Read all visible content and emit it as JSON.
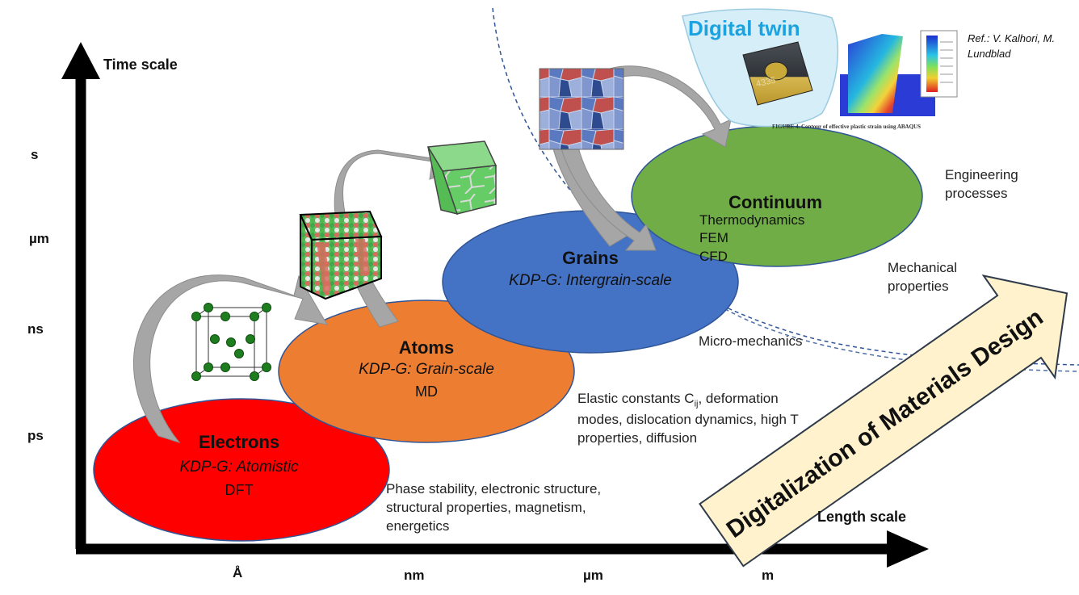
{
  "axes": {
    "y_label": "Time scale",
    "x_label": "Length scale",
    "y_ticks": [
      "s",
      "µm",
      "ns",
      "ps"
    ],
    "x_ticks": [
      "Å",
      "nm",
      "µm",
      "m"
    ]
  },
  "ellipses": {
    "electrons": {
      "title": "Electrons",
      "sub": "KDP-G: Atomistic",
      "method": "DFT",
      "color": "#ff0000"
    },
    "atoms": {
      "title": "Atoms",
      "sub": "KDP-G: Grain-scale",
      "method": "MD",
      "color": "#ed7d31"
    },
    "grains": {
      "title": "Grains",
      "sub": "KDP-G: Intergrain-scale",
      "color": "#4472c4"
    },
    "continuum": {
      "title": "Continuum",
      "methods": [
        "Thermodynamics",
        "FEM",
        "CFD"
      ],
      "color": "#70ad47"
    }
  },
  "properties": {
    "electrons": "Phase stability, electronic structure, structural properties, magnetism, energetics",
    "atoms_line1_pre": "Elastic constants C",
    "atoms_line1_sub": "ij",
    "atoms_line1_post": ", deformation",
    "atoms_rest": "modes, dislocation dynamics, high T properties, diffusion",
    "grains": "Micro-mechanics",
    "continuum_mech": "Mechanical properties",
    "continuum_eng": "Engineering processes"
  },
  "digital_twin": {
    "title": "Digital twin",
    "insert_number": "4335",
    "figure_caption": "FIGURE 4. Contour of effective plastic strain using ABAQUS",
    "reference": "Ref.: V. Kalhori, M. Lundblad"
  },
  "banner": "Digitalization of Materials Design"
}
